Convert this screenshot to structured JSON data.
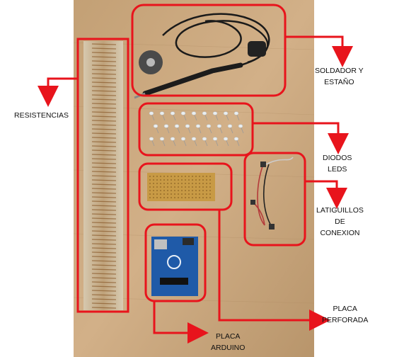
{
  "colors": {
    "annotation_red": "#e8141c",
    "wood_background": "#c9a77d"
  },
  "labels": {
    "resistencias": "RESISTENCIAS",
    "soldador_line1": "SOLDADOR Y",
    "soldador_line2": "ESTAÑO",
    "diodos_line1": "DIODOS",
    "diodos_line2": "LEDS",
    "latiguillos_line1": "LATIGUILLOS",
    "latiguillos_line2": "DE",
    "latiguillos_line3": "CONEXION",
    "placa_perforada_line1": "PLACA",
    "placa_perforada_line2": "PERFORADA",
    "placa_arduino_line1": "PLACA",
    "placa_arduino_line2": "ARDUINO"
  }
}
